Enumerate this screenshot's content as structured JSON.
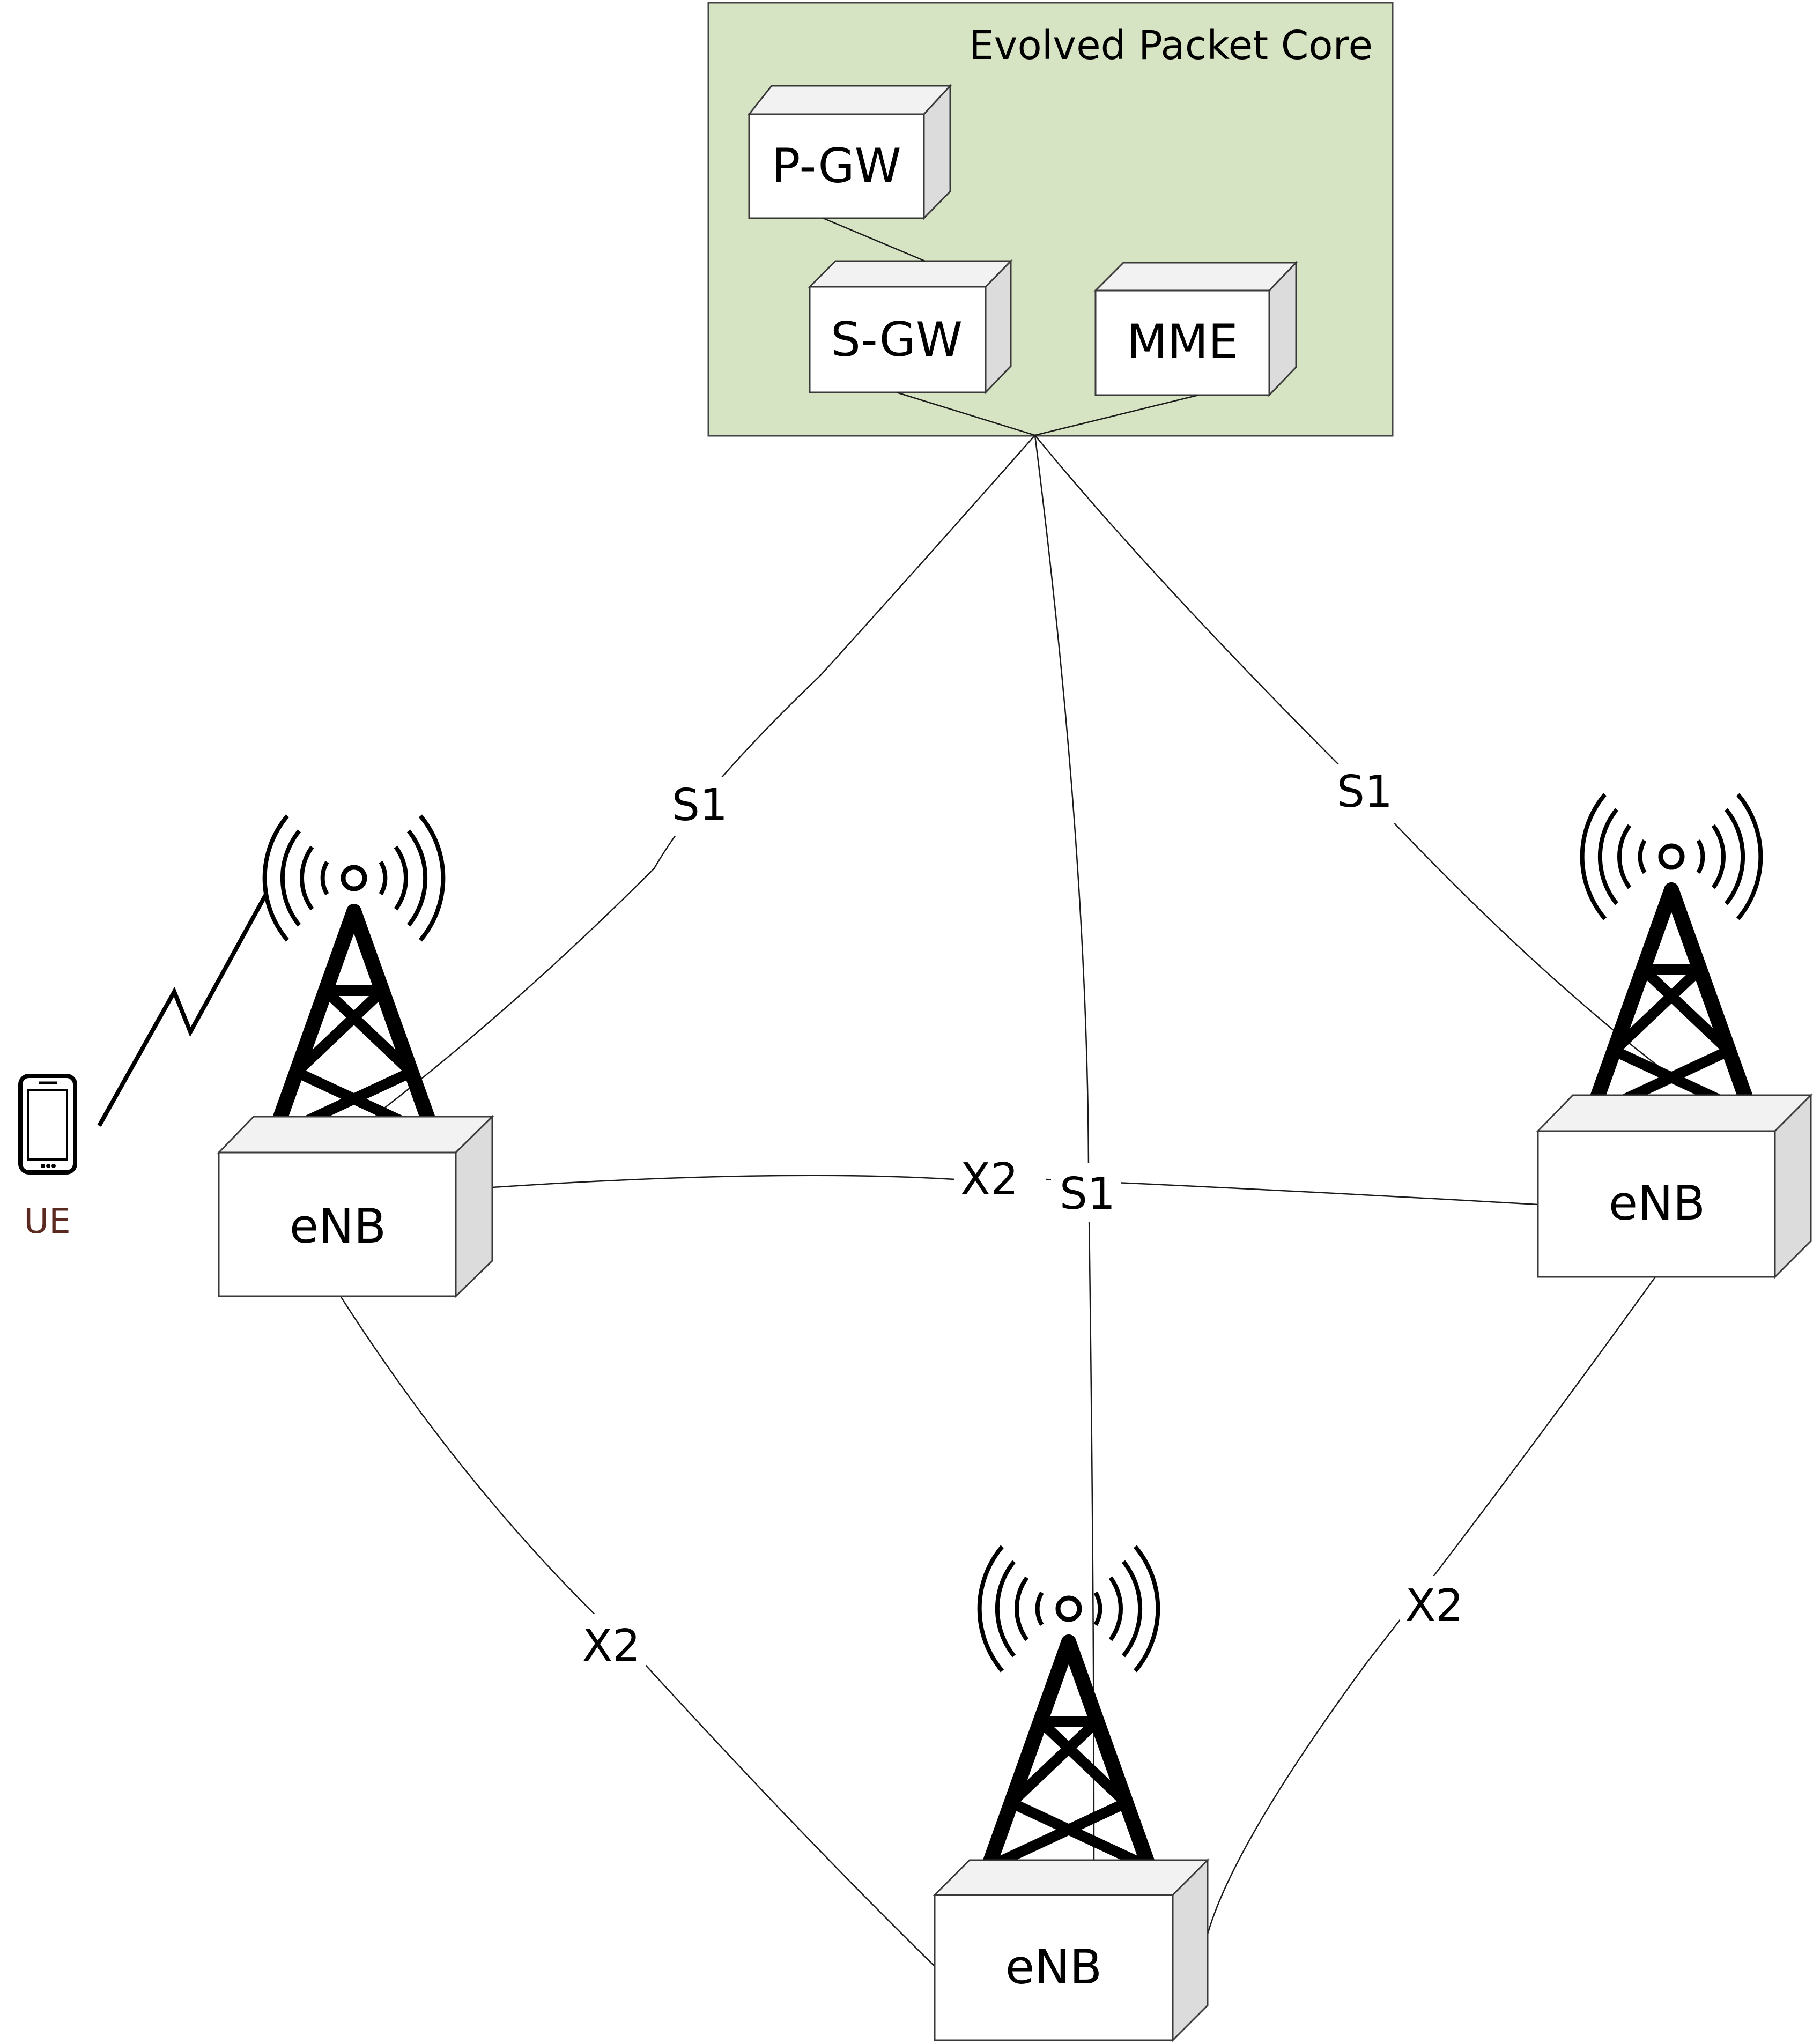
{
  "core": {
    "title": "Evolved Packet Core",
    "fill_color": "#d6e4c3",
    "nodes": {
      "pgw": "P-GW",
      "sgw": "S-GW",
      "mme": "MME"
    }
  },
  "enbs": {
    "left": "eNB",
    "right": "eNB",
    "bottom": "eNB"
  },
  "ue": {
    "label": "UE",
    "label_color": "#5a2a20"
  },
  "links": {
    "s1_left": "S1",
    "s1_right": "S1",
    "s1_center": "S1",
    "x2_top": "X2",
    "x2_left": "X2",
    "x2_right": "X2"
  }
}
